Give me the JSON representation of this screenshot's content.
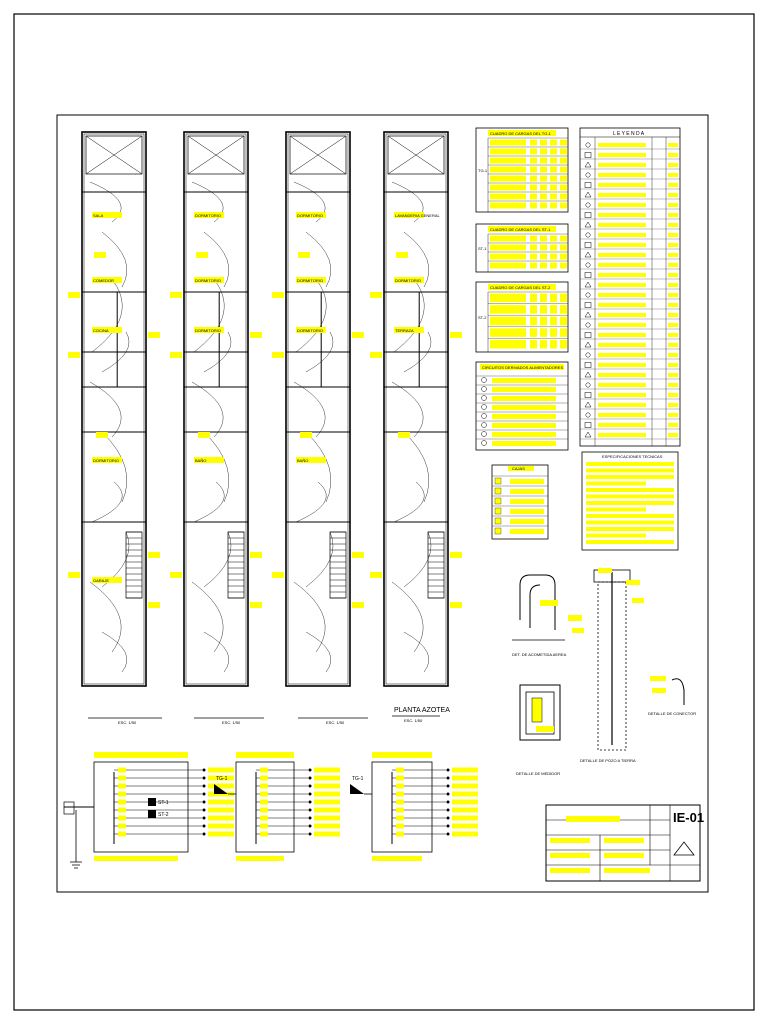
{
  "sheet": {
    "plan_title": "PLANTA AZOTEA",
    "plan_scale_labels": [
      "ESC. 1/50",
      "ESC. 1/50",
      "ESC. 1/50",
      "ESC. 1/50"
    ],
    "floor_plans": [
      {
        "rooms": [
          "SALA",
          "COMEDOR",
          "COCINA",
          "DORMITORIO",
          "GARAJE"
        ]
      },
      {
        "rooms": [
          "DORMITORIO",
          "DORMITORIO",
          "DORMITORIO",
          "BAÑO"
        ]
      },
      {
        "rooms": [
          "DORMITORIO",
          "DORMITORIO",
          "DORMITORIO",
          "BAÑO"
        ]
      },
      {
        "rooms": [
          "LAVANDERIA GENERAL",
          "DORMITORIO",
          "TERRAZA"
        ]
      }
    ],
    "load_tables": [
      {
        "title": "CUADRO DE CARGAS DEL TG-1",
        "side": "TG-1",
        "rows": 8
      },
      {
        "title": "CUADRO DE CARGAS DEL ST-1",
        "side": "ST-1",
        "rows": 4
      },
      {
        "title": "CUADRO DE CARGAS DEL ST-2",
        "side": "ST-2",
        "rows": 5
      }
    ],
    "circuits_title": "CIRCUITOS DERIVADOS ALIMENTADORES",
    "cajas_title": "CAJAS",
    "legend_title": "L E Y E N D A",
    "specs_title": "ESPECIFICACIONES TECNICAS",
    "details": {
      "acometida": "DET. DE ACOMETIDA AEREA",
      "medidor": "DETALLE DE MEDIDOR",
      "pozo": "DETALLE DE POZO A TIERRA",
      "conector": "DETALLE DE CONECTOR"
    },
    "diagrams": [
      {
        "feeders": [
          "ST-1",
          "ST-2"
        ],
        "source": ""
      },
      {
        "feeders": [],
        "source": "TG-1"
      },
      {
        "feeders": [],
        "source": "TG-1"
      }
    ],
    "title_block": {
      "sheet_code": "IE-01"
    }
  }
}
